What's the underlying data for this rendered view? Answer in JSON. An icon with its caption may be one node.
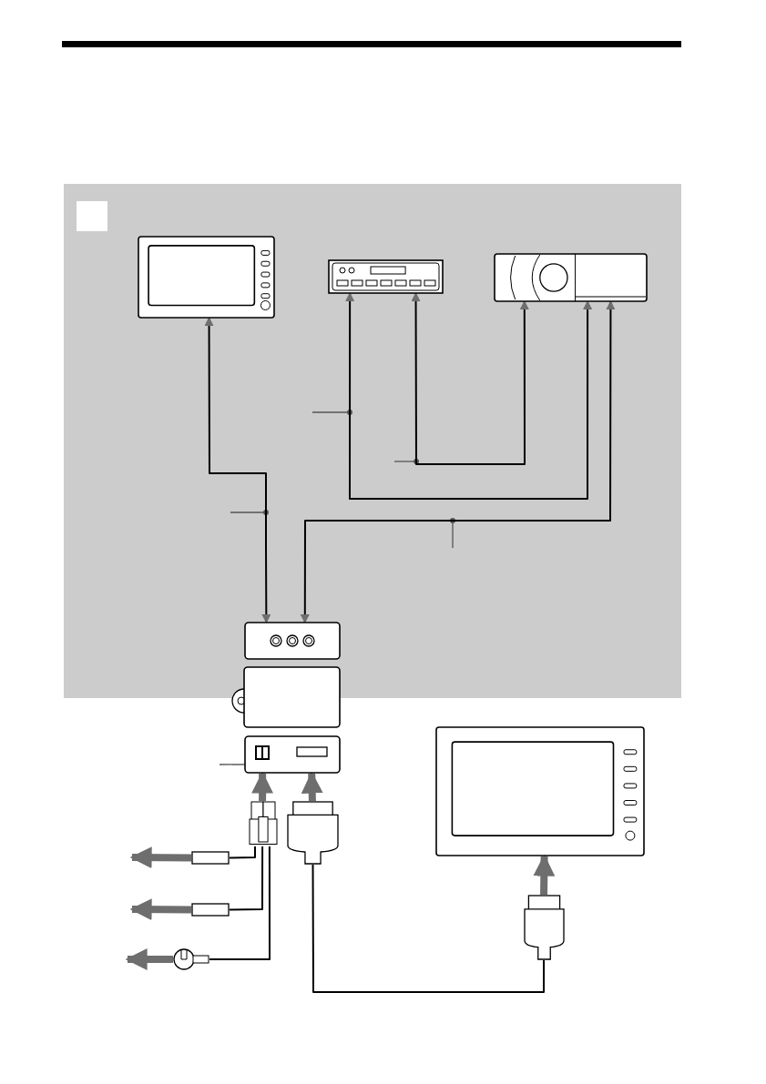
{
  "diagram": {
    "nodes": [
      {
        "text": [],
        "shape": "monitor"
      },
      {
        "text": [],
        "shape": "radio"
      },
      {
        "text": [],
        "shape": "changer"
      },
      {
        "text": [],
        "shape": "box"
      },
      {
        "text": [],
        "shape": "box"
      },
      {
        "text": [],
        "shape": "box"
      },
      {
        "text": [],
        "shape": "connector"
      },
      {
        "text": [],
        "shape": "plug"
      },
      {
        "text": [],
        "shape": "monitor"
      },
      {
        "text": [],
        "shape": "plug"
      },
      {
        "text": [],
        "shape": "fuse"
      },
      {
        "text": [],
        "shape": "fuse"
      },
      {
        "text": [],
        "shape": "terminal"
      }
    ],
    "edges": [
      {
        "from": 3,
        "to": 0,
        "arrow": "both"
      },
      {
        "from": 1,
        "to": 2,
        "arrow": "both"
      },
      {
        "from": 1,
        "to": 2,
        "arrow": "both"
      },
      {
        "from": 2,
        "to": 3,
        "arrow": "both"
      },
      {
        "from": 6,
        "to": 5,
        "arrow": "to",
        "style": "thick",
        "color": "#6e6e6e"
      },
      {
        "from": 7,
        "to": 5,
        "arrow": "to",
        "style": "thick",
        "color": "#6e6e6e"
      },
      {
        "from": 7,
        "to": 9,
        "arrow": "none"
      },
      {
        "from": 9,
        "to": 8,
        "arrow": "to",
        "style": "thick",
        "color": "#6e6e6e"
      },
      {
        "from": 6,
        "to": 10,
        "arrow": "none"
      },
      {
        "from": 10,
        "to": null,
        "arrow": "to",
        "style": "thick",
        "color": "#6e6e6e"
      },
      {
        "from": 6,
        "to": 11,
        "arrow": "none"
      },
      {
        "from": 11,
        "to": null,
        "arrow": "to",
        "style": "thick",
        "color": "#6e6e6e"
      },
      {
        "from": 6,
        "to": 12,
        "arrow": "none"
      },
      {
        "from": 12,
        "to": null,
        "arrow": "to",
        "style": "thick",
        "color": "#6e6e6e"
      },
      {
        "from": null,
        "to": 5,
        "arrow": "none",
        "color": "#555555"
      }
    ]
  }
}
